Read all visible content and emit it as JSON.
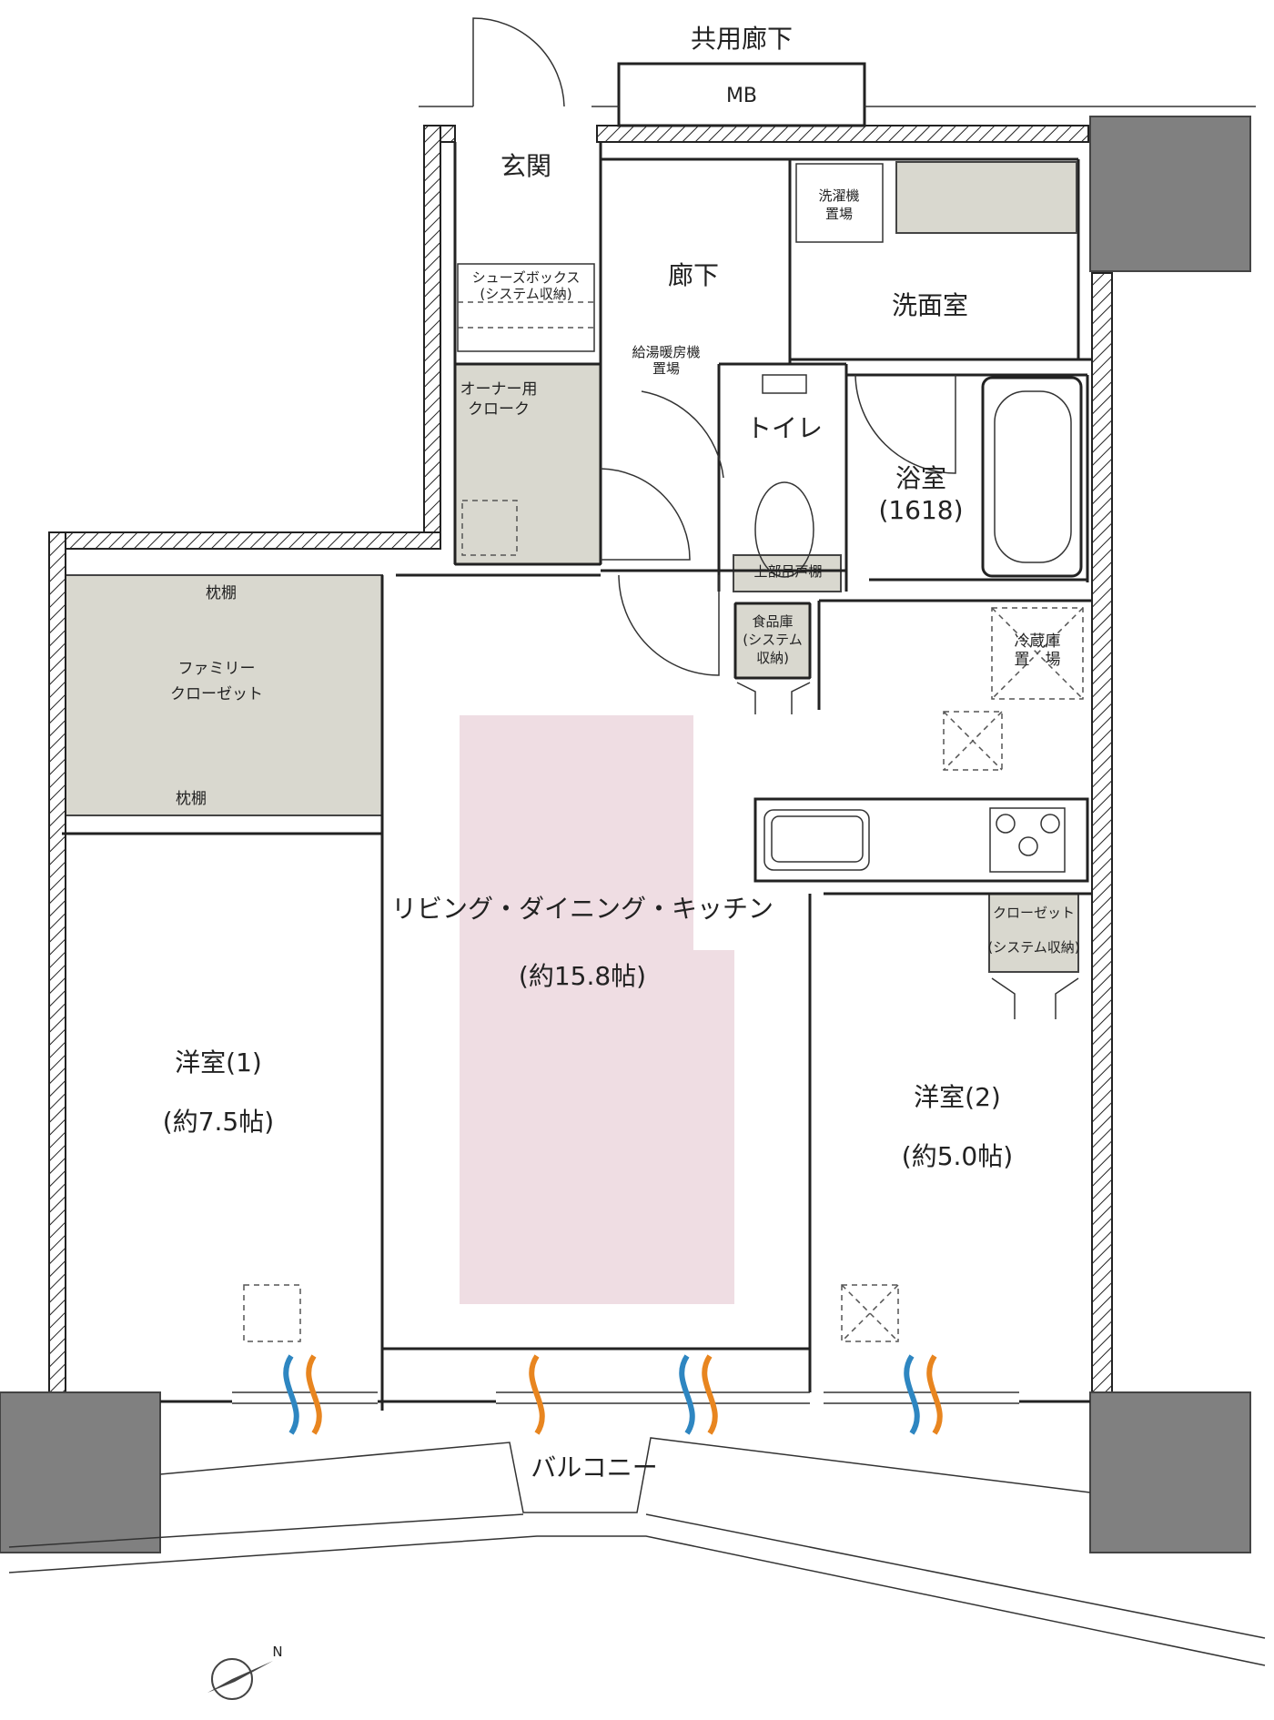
{
  "rooms": {
    "corridor_common": "共用廊下",
    "mb": "MB",
    "entrance": "玄関",
    "hallway": "廊下",
    "shoe_box": "シューズボックス",
    "shoe_box_sub": "(システム収納)",
    "washer": "洗濯機",
    "washer_sub": "置場",
    "washroom": "洗面室",
    "water_heater": "給湯暖房機",
    "water_heater_sub": "置場",
    "owner_closet": "オーナー用",
    "owner_closet_sub": "クローク",
    "toilet": "トイレ",
    "bathroom": "浴室",
    "bathroom_size": "(1618)",
    "upper_cabinet": "上部吊戸棚",
    "pantry": "食品庫",
    "pantry_sub": "(システム",
    "pantry_sub2": "収納)",
    "fridge": "冷蔵庫",
    "fridge_sub": "置　場",
    "pillow_shelf_top": "枕棚",
    "family_closet": "ファミリー",
    "family_closet_sub": "クローゼット",
    "pillow_shelf_bottom": "枕棚",
    "ldk": "リビング・ダイニング・キッチン",
    "ldk_size": "(約15.8帖)",
    "western1": "洋室(1)",
    "western1_size": "(約7.5帖)",
    "closet2": "クローゼット",
    "closet2_sub": "(システム収納)",
    "western2": "洋室(2)",
    "western2_size": "(約5.0帖)",
    "balcony": "バルコニー",
    "compass_n": "N"
  },
  "colors": {
    "ldk_highlight": "#efdde3",
    "storage": "#d9d8cf",
    "column": "#808080",
    "airflow_blue": "#2e86c1",
    "airflow_orange": "#e8851f"
  },
  "icons": [
    "airflow-icon",
    "compass-icon",
    "sink-icon",
    "stove-icon",
    "bathtub-icon",
    "toilet-icon"
  ]
}
